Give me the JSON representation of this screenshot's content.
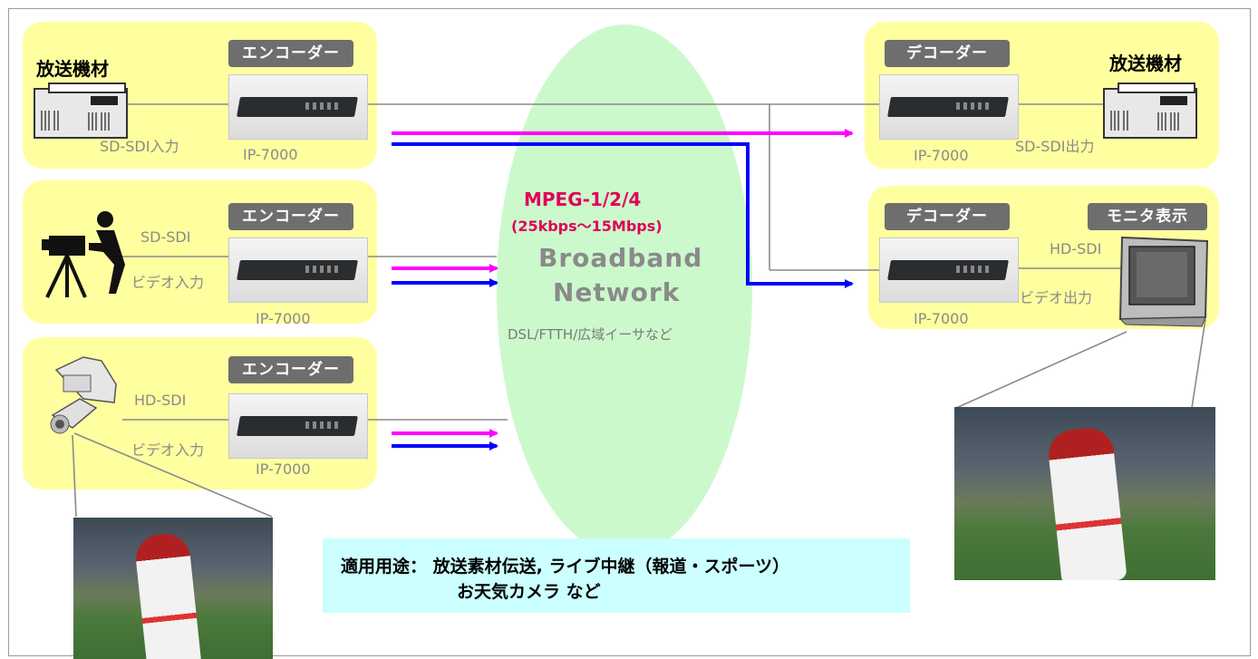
{
  "encoders": [
    {
      "tag": "エンコーダー",
      "title": "放送機材",
      "input_labels": [
        "SD-SDI入力"
      ],
      "model": "IP-7000"
    },
    {
      "tag": "エンコーダー",
      "input_labels": [
        "SD-SDI",
        "ビデオ入力"
      ],
      "model": "IP-7000"
    },
    {
      "tag": "エンコーダー",
      "input_labels": [
        "HD-SDI",
        "ビデオ入力"
      ],
      "model": "IP-7000"
    }
  ],
  "decoders": [
    {
      "tag": "デコーダー",
      "title": "放送機材",
      "output_labels": [
        "SD-SDI出力"
      ],
      "model": "IP-7000"
    },
    {
      "tag": "デコーダー",
      "tag2": "モニタ表示",
      "output_labels": [
        "HD-SDI",
        "ビデオ出力"
      ],
      "model": "IP-7000"
    }
  ],
  "network": {
    "codec": "MPEG-1/2/4",
    "bitrate": "(25kbps～15Mbps)",
    "name_line1": "Broadband",
    "name_line2": "Network",
    "types": "DSL/FTTH/広域イーサなど"
  },
  "applications": {
    "line1": "適用用途： 放送素材伝送, ライブ中継（報道・スポーツ）",
    "line2": "お天気カメラ など"
  },
  "colors": {
    "panel": "#ffffa0",
    "network": "#ccf9cc",
    "applications_box": "#ccffff",
    "arrow_magenta": "#ff00ff",
    "arrow_blue": "#0000ff",
    "tag": "#6e6e6e",
    "highlight_text": "#e0005a"
  },
  "icons": [
    "broadcast-equipment-icon",
    "camera-operator-icon",
    "security-camera-icon",
    "tv-monitor-icon",
    "football-photo"
  ]
}
